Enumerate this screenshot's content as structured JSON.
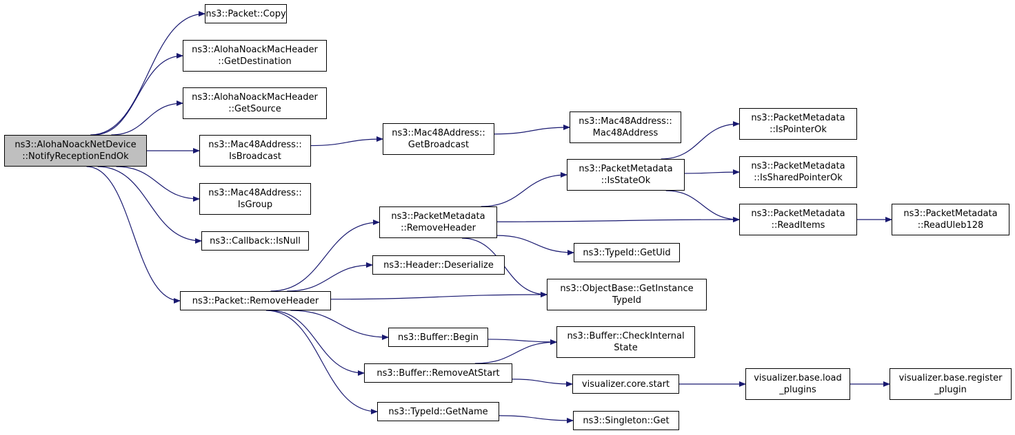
{
  "colors": {
    "edge": "#191970",
    "root_fill": "#bfbfbf",
    "node_fill": "#ffffff",
    "border": "#000000"
  },
  "nodes": [
    {
      "id": "root",
      "lines": [
        "ns3::AlohaNoackNetDevice",
        "::NotifyReceptionEndOk"
      ]
    },
    {
      "id": "packet_copy",
      "lines": [
        "ns3::Packet::Copy"
      ]
    },
    {
      "id": "get_destination",
      "lines": [
        "ns3::AlohaNoackMacHeader",
        "::GetDestination"
      ]
    },
    {
      "id": "get_source",
      "lines": [
        "ns3::AlohaNoackMacHeader",
        "::GetSource"
      ]
    },
    {
      "id": "is_broadcast",
      "lines": [
        "ns3::Mac48Address::",
        "IsBroadcast"
      ]
    },
    {
      "id": "is_group",
      "lines": [
        "ns3::Mac48Address::",
        "IsGroup"
      ]
    },
    {
      "id": "callback_isnull",
      "lines": [
        "ns3::Callback::IsNull"
      ]
    },
    {
      "id": "packet_removeheader",
      "lines": [
        "ns3::Packet::RemoveHeader"
      ]
    },
    {
      "id": "get_broadcast",
      "lines": [
        "ns3::Mac48Address::",
        "GetBroadcast"
      ]
    },
    {
      "id": "mac48address_ctor",
      "lines": [
        "ns3::Mac48Address::",
        "Mac48Address"
      ]
    },
    {
      "id": "pm_removeheader",
      "lines": [
        "ns3::PacketMetadata",
        "::RemoveHeader"
      ]
    },
    {
      "id": "header_deserialize",
      "lines": [
        "ns3::Header::Deserialize"
      ]
    },
    {
      "id": "buffer_begin",
      "lines": [
        "ns3::Buffer::Begin"
      ]
    },
    {
      "id": "buffer_removeatstart",
      "lines": [
        "ns3::Buffer::RemoveAtStart"
      ]
    },
    {
      "id": "typeid_getname",
      "lines": [
        "ns3::TypeId::GetName"
      ]
    },
    {
      "id": "pm_isstateok",
      "lines": [
        "ns3::PacketMetadata",
        "::IsStateOk"
      ]
    },
    {
      "id": "typeid_getuid",
      "lines": [
        "ns3::TypeId::GetUid"
      ]
    },
    {
      "id": "objectbase_getinstancetypeid",
      "lines": [
        "ns3::ObjectBase::GetInstance",
        "TypeId"
      ]
    },
    {
      "id": "buffer_checkinternalstate",
      "lines": [
        "ns3::Buffer::CheckInternal",
        "State"
      ]
    },
    {
      "id": "visualizer_core_start",
      "lines": [
        "visualizer.core.start"
      ]
    },
    {
      "id": "singleton_get",
      "lines": [
        "ns3::Singleton::Get"
      ]
    },
    {
      "id": "pm_ispointerok",
      "lines": [
        "ns3::PacketMetadata",
        "::IsPointerOk"
      ]
    },
    {
      "id": "pm_issharedpointerok",
      "lines": [
        "ns3::PacketMetadata",
        "::IsSharedPointerOk"
      ]
    },
    {
      "id": "pm_readitems",
      "lines": [
        "ns3::PacketMetadata",
        "::ReadItems"
      ]
    },
    {
      "id": "visualizer_load_plugins",
      "lines": [
        "visualizer.base.load",
        "_plugins"
      ]
    },
    {
      "id": "pm_readuleb128",
      "lines": [
        "ns3::PacketMetadata",
        "::ReadUleb128"
      ]
    },
    {
      "id": "visualizer_register_plugin",
      "lines": [
        "visualizer.base.register",
        "_plugin"
      ]
    }
  ],
  "edges": [
    [
      "root",
      "packet_copy"
    ],
    [
      "root",
      "get_destination"
    ],
    [
      "root",
      "get_source"
    ],
    [
      "root",
      "is_broadcast"
    ],
    [
      "root",
      "is_group"
    ],
    [
      "root",
      "callback_isnull"
    ],
    [
      "root",
      "packet_removeheader"
    ],
    [
      "is_broadcast",
      "get_broadcast"
    ],
    [
      "get_broadcast",
      "mac48address_ctor"
    ],
    [
      "packet_removeheader",
      "pm_removeheader"
    ],
    [
      "packet_removeheader",
      "header_deserialize"
    ],
    [
      "packet_removeheader",
      "objectbase_getinstancetypeid"
    ],
    [
      "packet_removeheader",
      "buffer_begin"
    ],
    [
      "packet_removeheader",
      "buffer_removeatstart"
    ],
    [
      "packet_removeheader",
      "typeid_getname"
    ],
    [
      "pm_removeheader",
      "pm_isstateok"
    ],
    [
      "pm_removeheader",
      "pm_readitems"
    ],
    [
      "pm_removeheader",
      "typeid_getuid"
    ],
    [
      "pm_removeheader",
      "objectbase_getinstancetypeid"
    ],
    [
      "pm_isstateok",
      "pm_ispointerok"
    ],
    [
      "pm_isstateok",
      "pm_issharedpointerok"
    ],
    [
      "pm_isstateok",
      "pm_readitems"
    ],
    [
      "pm_readitems",
      "pm_readuleb128"
    ],
    [
      "buffer_begin",
      "buffer_checkinternalstate"
    ],
    [
      "buffer_removeatstart",
      "buffer_checkinternalstate"
    ],
    [
      "buffer_removeatstart",
      "visualizer_core_start"
    ],
    [
      "visualizer_core_start",
      "visualizer_load_plugins"
    ],
    [
      "visualizer_load_plugins",
      "visualizer_register_plugin"
    ],
    [
      "typeid_getname",
      "singleton_get"
    ]
  ]
}
